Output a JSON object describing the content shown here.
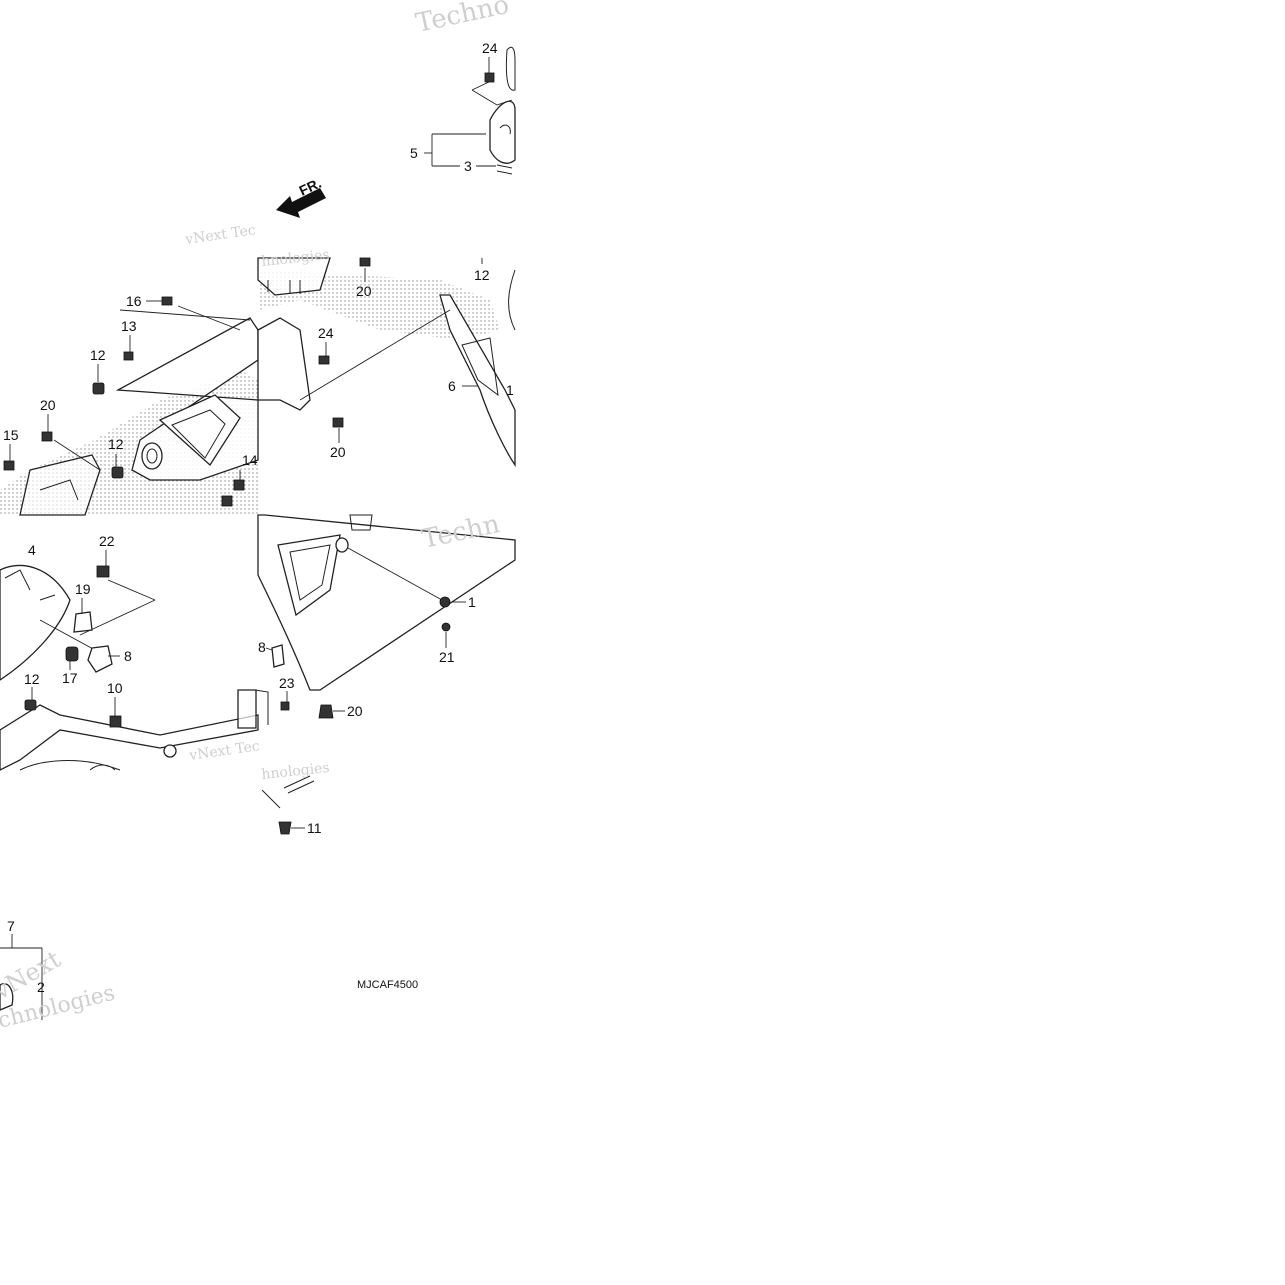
{
  "diagram": {
    "code": "MJCAF4500",
    "direction_label": "FR.",
    "watermark_lines": [
      "Techno",
      "vNext Tec",
      "hnologies",
      "Techn",
      "vNext Tec",
      "hnologies",
      "vNext",
      "chnologies"
    ],
    "callouts": [
      {
        "id": "c1",
        "label": "24"
      },
      {
        "id": "c2",
        "label": "5"
      },
      {
        "id": "c3",
        "label": "3"
      },
      {
        "id": "c4",
        "label": "20"
      },
      {
        "id": "c5",
        "label": "12"
      },
      {
        "id": "c6",
        "label": "16"
      },
      {
        "id": "c7",
        "label": "13"
      },
      {
        "id": "c8",
        "label": "12"
      },
      {
        "id": "c9",
        "label": "24"
      },
      {
        "id": "c10",
        "label": "6"
      },
      {
        "id": "c11",
        "label": "1"
      },
      {
        "id": "c12",
        "label": "20"
      },
      {
        "id": "c13",
        "label": "15"
      },
      {
        "id": "c14",
        "label": "20"
      },
      {
        "id": "c15",
        "label": "12"
      },
      {
        "id": "c16",
        "label": "14"
      },
      {
        "id": "c17",
        "label": "4"
      },
      {
        "id": "c18",
        "label": "22"
      },
      {
        "id": "c19",
        "label": "19"
      },
      {
        "id": "c20",
        "label": "8"
      },
      {
        "id": "c21",
        "label": "17"
      },
      {
        "id": "c22",
        "label": "12"
      },
      {
        "id": "c23",
        "label": "10"
      },
      {
        "id": "c24",
        "label": "1"
      },
      {
        "id": "c25",
        "label": "21"
      },
      {
        "id": "c26",
        "label": "8"
      },
      {
        "id": "c27",
        "label": "23"
      },
      {
        "id": "c28",
        "label": "20"
      },
      {
        "id": "c29",
        "label": "11"
      },
      {
        "id": "c30",
        "label": "7"
      },
      {
        "id": "c31",
        "label": "2"
      }
    ]
  }
}
